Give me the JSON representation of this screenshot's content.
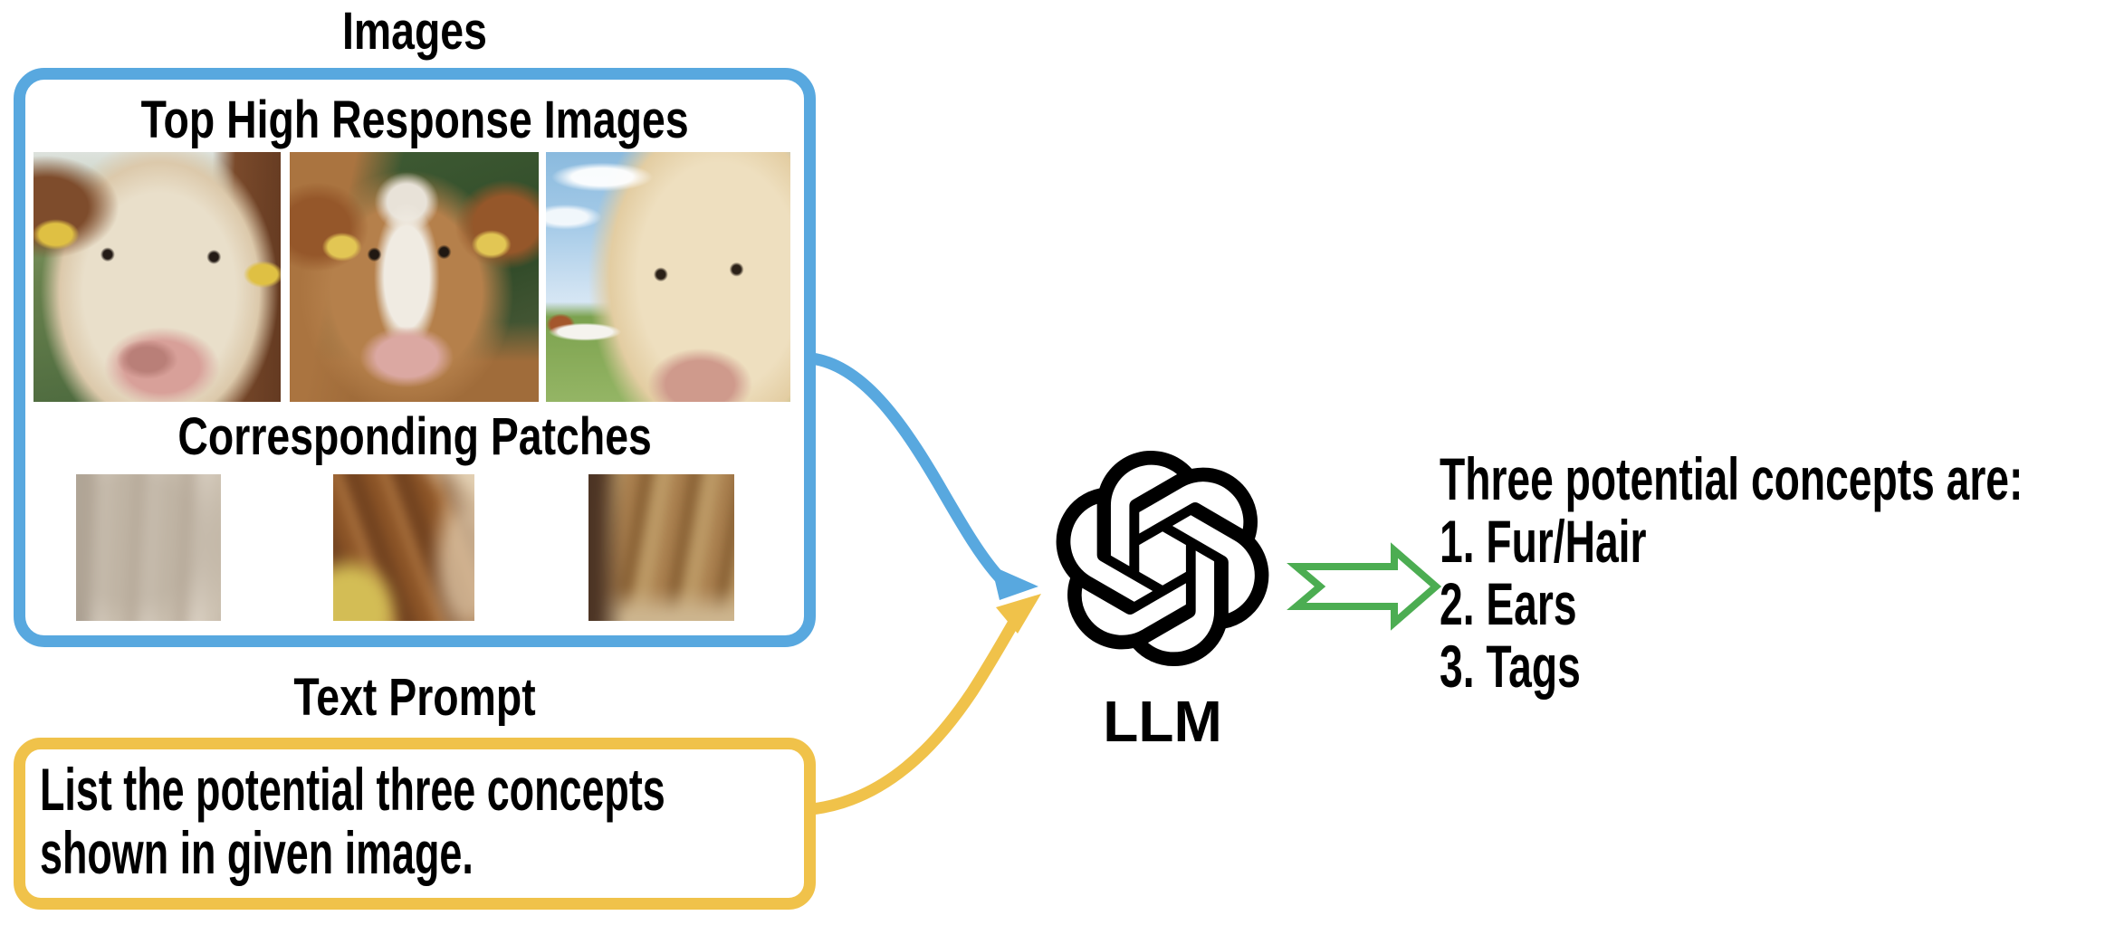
{
  "images_section": {
    "title": "Images",
    "high_response": {
      "heading": "Top High Response Images",
      "photos": [
        {
          "name": "cow-face-photo-1"
        },
        {
          "name": "cow-face-photo-2"
        },
        {
          "name": "cow-face-photo-3"
        }
      ]
    },
    "patches": {
      "heading": "Corresponding Patches",
      "items": [
        {
          "name": "fur-patch-1"
        },
        {
          "name": "fur-patch-2"
        },
        {
          "name": "fur-patch-3"
        }
      ]
    }
  },
  "prompt_section": {
    "title": "Text Prompt",
    "lines": [
      "List the potential three concepts",
      "shown in given image."
    ]
  },
  "llm": {
    "label": "LLM",
    "icon": "openai-logo-icon"
  },
  "output": {
    "lines": [
      "Three potential concepts are:",
      "1. Fur/Hair",
      "2. Ears",
      "3. Tags"
    ]
  },
  "colors": {
    "images_box_border": "#58A8DF",
    "prompt_box_border": "#F0C24A",
    "connector_images": "#58A8DF",
    "connector_prompt": "#F0C24A",
    "output_arrow": "#4CAD52",
    "text": "#000000",
    "logo": "#000000"
  }
}
